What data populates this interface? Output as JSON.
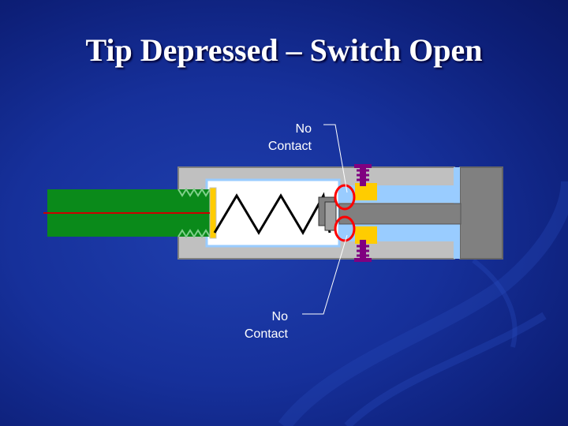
{
  "slide": {
    "title": "Tip Depressed – Switch Open"
  },
  "labels": {
    "top": {
      "line1": "No",
      "line2": "Contact"
    },
    "bottom": {
      "line1": "No",
      "line2": "Contact"
    }
  },
  "colors": {
    "background": "#16309a",
    "housing": "#c0c0c0",
    "tip": "#0a8a1a",
    "spring": "#000000",
    "inner_chamber": "#ffffff",
    "sleeve": "#99ccff",
    "contact_block": "#ffcc00",
    "screw": "#800080",
    "contact_ring": "#ff0000",
    "axis_line": "#cc0000",
    "end_cap": "#808080"
  }
}
